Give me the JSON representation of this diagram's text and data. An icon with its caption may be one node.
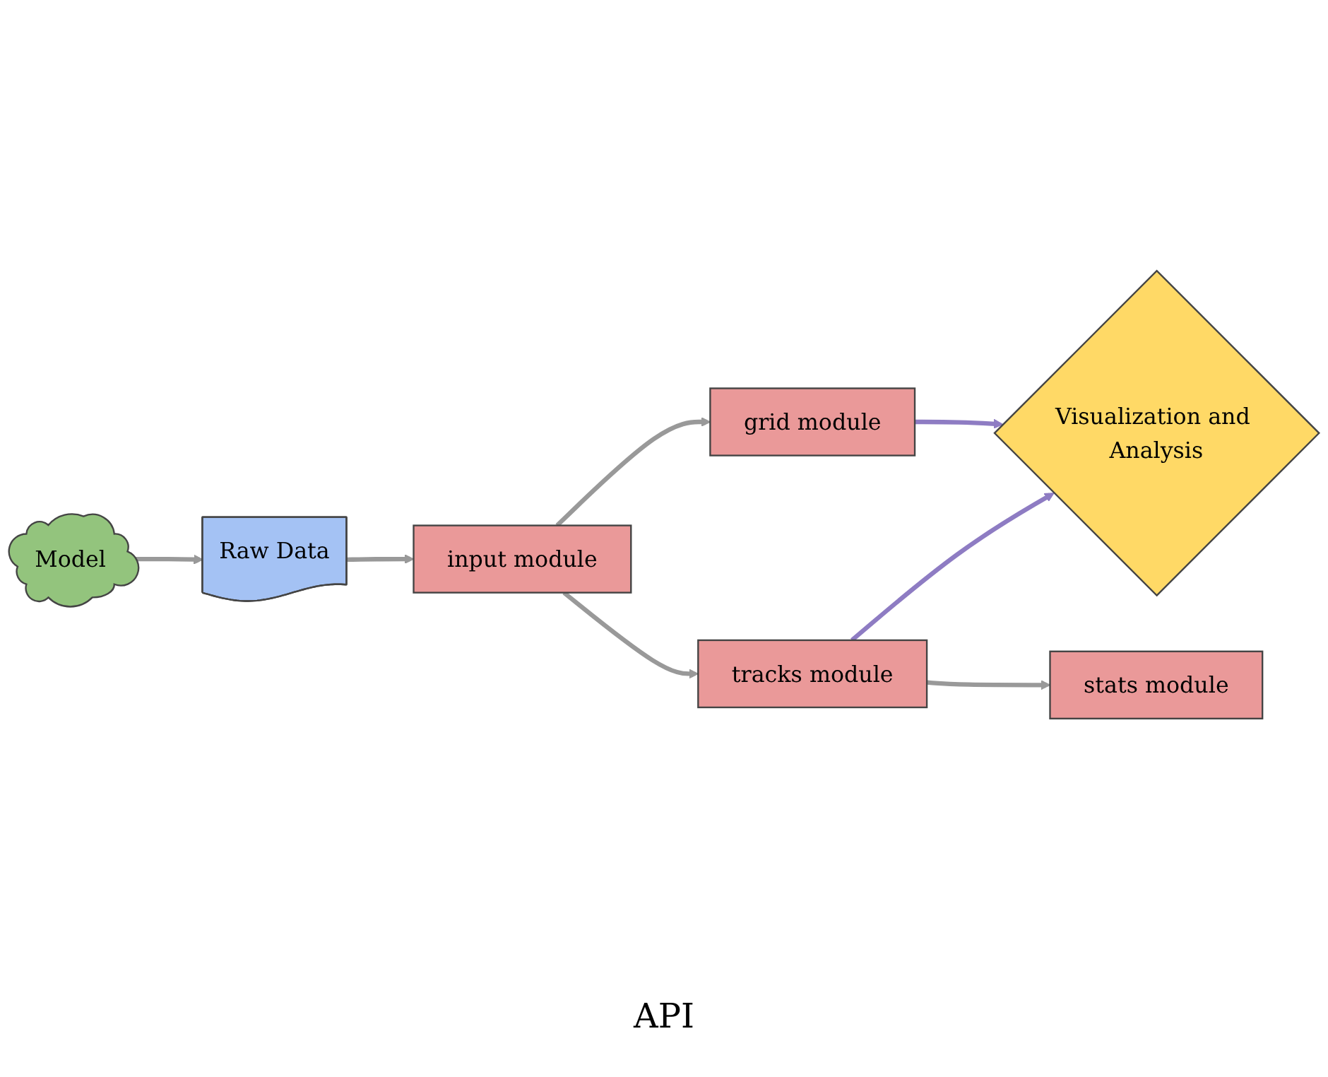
{
  "diagram": {
    "nodes": [
      {
        "text": [
          "Model"
        ]
      },
      {
        "text": [
          "Raw Data"
        ]
      },
      {
        "text": [
          "input module"
        ]
      },
      {
        "text": [
          "grid module"
        ]
      },
      {
        "text": [
          "tracks module"
        ]
      },
      {
        "text": [
          "stats module"
        ]
      },
      {
        "text": [
          "Visualization and Analysis"
        ]
      }
    ],
    "edges": [
      {
        "from": 0,
        "to": 1,
        "arrow": "to"
      },
      {
        "from": 1,
        "to": 2,
        "arrow": "to"
      },
      {
        "from": 2,
        "to": 3,
        "arrow": "to"
      },
      {
        "from": 2,
        "to": 4,
        "arrow": "to"
      },
      {
        "from": 3,
        "to": 6,
        "arrow": "to",
        "color": "#8e7cc3"
      },
      {
        "from": 4,
        "to": 6,
        "arrow": "to",
        "color": "#8e7cc3"
      },
      {
        "from": 4,
        "to": 5,
        "arrow": "to"
      }
    ],
    "labels": [
      "API"
    ]
  }
}
